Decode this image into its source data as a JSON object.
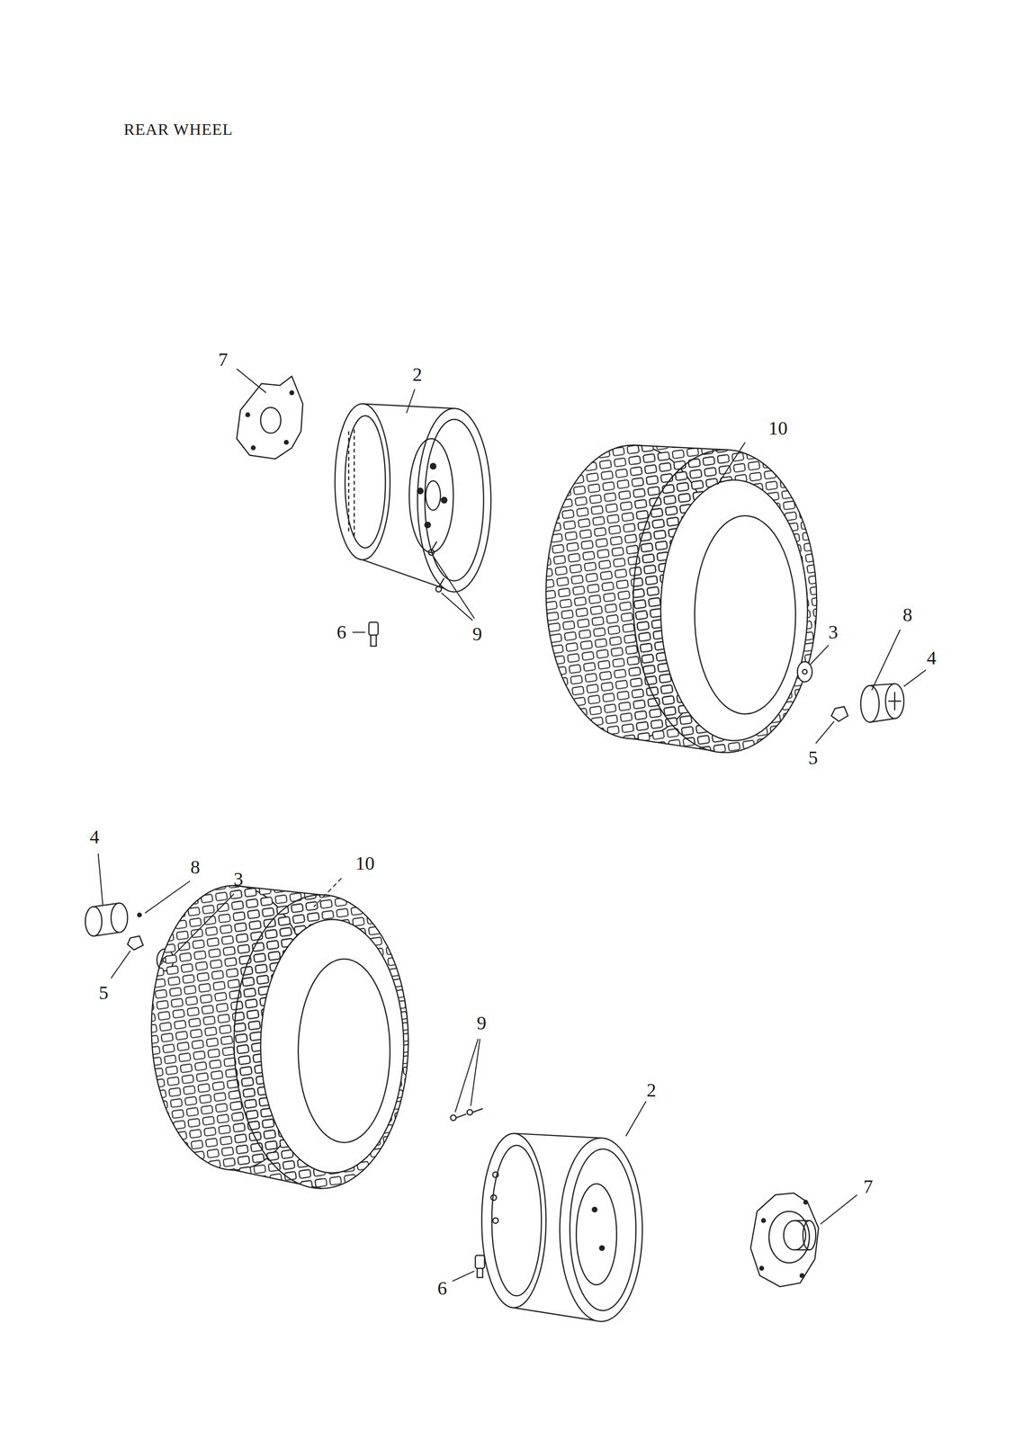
{
  "diagram": {
    "title": "REAR WHEEL",
    "labels": [
      "7",
      "2",
      "10",
      "6",
      "9",
      "3",
      "8",
      "4",
      "5",
      "4",
      "8",
      "3",
      "10",
      "5",
      "9",
      "2",
      "6",
      "7"
    ]
  }
}
